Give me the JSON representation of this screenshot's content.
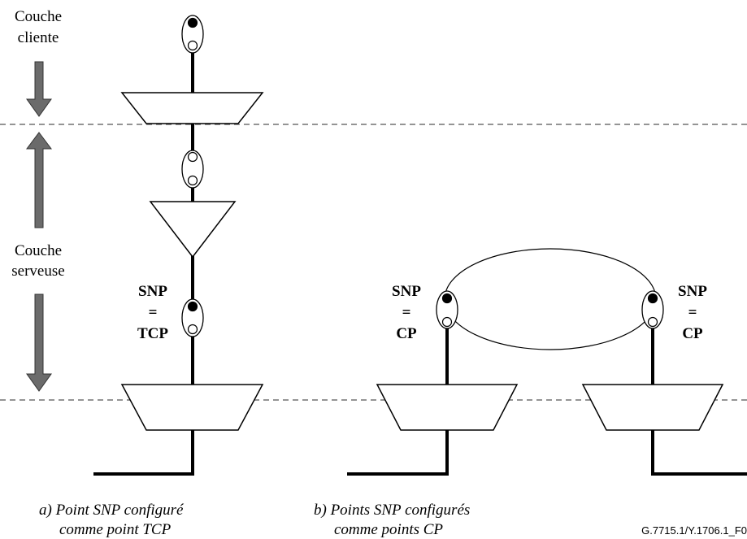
{
  "layers": {
    "client": [
      "Couche",
      "cliente"
    ],
    "server": [
      "Couche",
      "serveuse"
    ]
  },
  "labels": {
    "snp_tcp": [
      "SNP",
      "=",
      "TCP"
    ],
    "snp_cp_left": [
      "SNP",
      "=",
      "CP"
    ],
    "snp_cp_right": [
      "SNP",
      "=",
      "CP"
    ]
  },
  "captions": {
    "a": [
      "a)  Point SNP configuré",
      "comme point TCP"
    ],
    "b": [
      "b)  Points SNP configurés",
      "comme points CP"
    ]
  },
  "figure_id": "G.7715.1/Y.1706.1_F0",
  "colors": {
    "line": "#000000",
    "arrow_fill": "#6b6b6b",
    "dashed": "#555555"
  }
}
